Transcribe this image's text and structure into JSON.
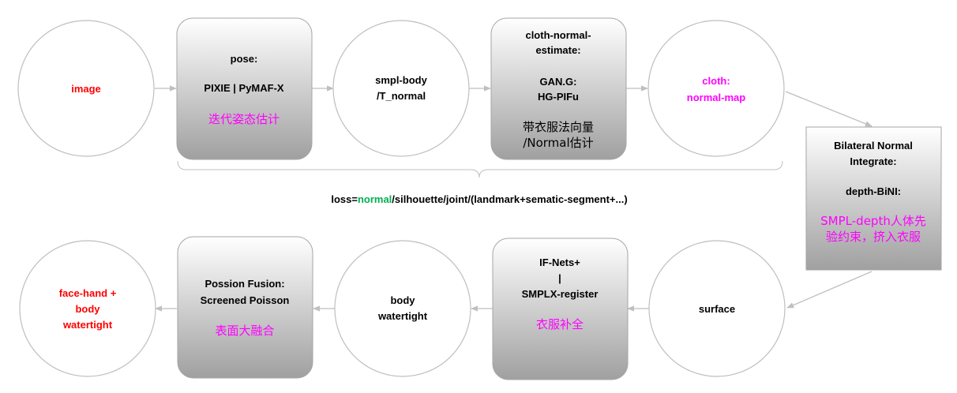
{
  "colors": {
    "red": "#ff0000",
    "magenta": "#ff00ff",
    "green": "#00b050",
    "connector": "#bfbfbf",
    "box_fill_top": "#ffffff",
    "box_fill_bottom": "#a0a0a0"
  },
  "nodes": {
    "image": {
      "label": "image"
    },
    "pose": {
      "line1": "pose:",
      "line2": "PIXIE | PyMAF-X",
      "cn": "迭代姿态估计"
    },
    "smpl_body": {
      "line1": "smpl-body",
      "line2": "/T_normal"
    },
    "cloth_normal_estimate": {
      "line1": "cloth-normal-",
      "line2": "estimate:",
      "line3": "GAN.G:",
      "line4": "HG-PIFu",
      "cn1": "带衣服法向量",
      "cn2": "/Normal估计"
    },
    "cloth_normal_map": {
      "line1": "cloth:",
      "line2": "normal-map"
    },
    "bini": {
      "line1": "Bilateral Normal",
      "line2": "Integrate:",
      "line3": "depth-BiNI:",
      "cn1": "SMPL-depth人体先",
      "cn2": "验约束，挤入衣服"
    },
    "surface": {
      "label": "surface"
    },
    "ifnets": {
      "line1": "IF-Nets+",
      "line2": "|",
      "line3": "SMPLX-register",
      "cn": "衣服补全"
    },
    "body_watertight": {
      "line1": "body",
      "line2": "watertight"
    },
    "poisson": {
      "line1": "Possion Fusion:",
      "line2": "Screened Poisson",
      "cn": "表面大融合"
    },
    "face_hand": {
      "line1": "face-hand +",
      "line2": "body",
      "line3": "watertight"
    }
  },
  "loss": {
    "prefix": "loss=",
    "highlight": "normal",
    "suffix": "/silhouette/joint/(landmark+sematic-segment+...)"
  }
}
